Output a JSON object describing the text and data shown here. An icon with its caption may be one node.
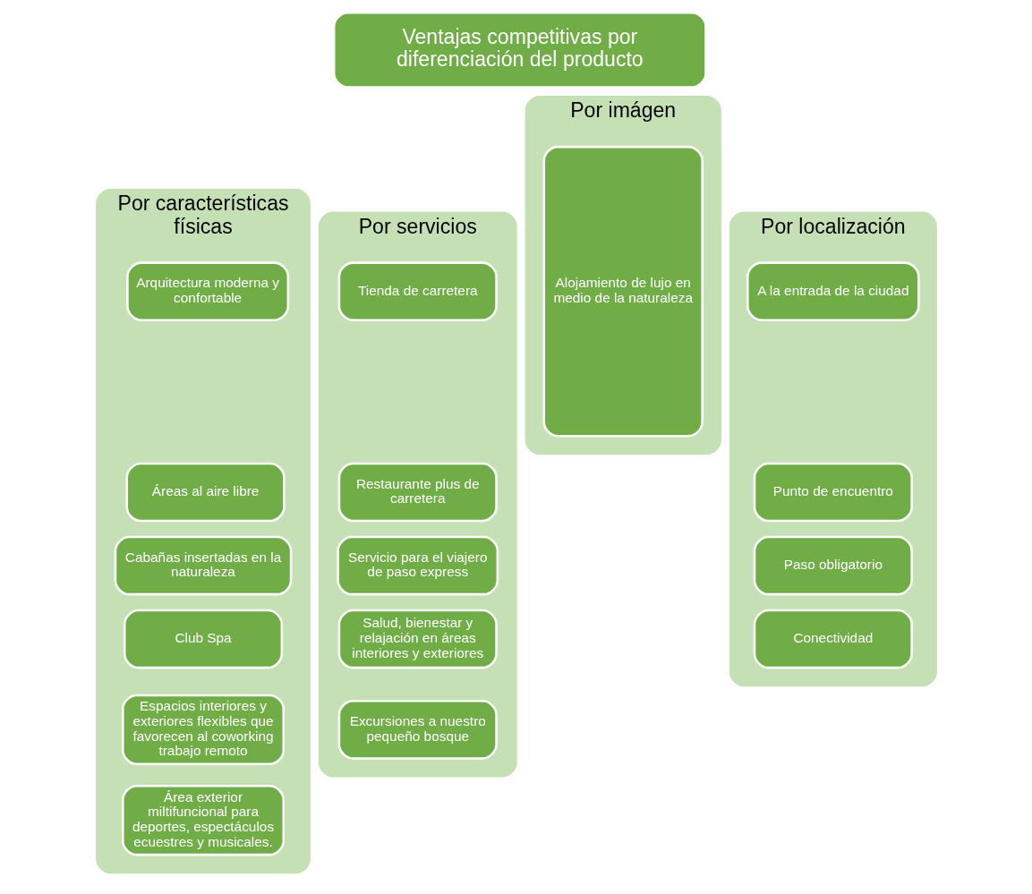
{
  "diagram": {
    "nodes": [
      {
        "text": [
          "Ventajas competitivas por diferenciación del producto"
        ]
      },
      {
        "text": [
          "Por características físicas"
        ]
      },
      {
        "text": [
          "Arquitectura moderna y confortable"
        ],
        "in": 1
      },
      {
        "text": [
          "Áreas al aire libre"
        ],
        "in": 1
      },
      {
        "text": [
          "Cabañas insertadas en la naturaleza"
        ],
        "in": 1
      },
      {
        "text": [
          "Club Spa"
        ],
        "in": 1
      },
      {
        "text": [
          "Espacios interiores y exteriores flexibles que favorecen al coworking trabajo remoto"
        ],
        "in": 1
      },
      {
        "text": [
          "Área exterior miltifuncional para deportes, espectáculos ecuestres y musicales."
        ],
        "in": 1
      },
      {
        "text": [
          "Por servicios"
        ]
      },
      {
        "text": [
          "Tienda de carretera"
        ],
        "in": 8
      },
      {
        "text": [
          "Restaurante plus de carretera"
        ],
        "in": 8
      },
      {
        "text": [
          "Servicio para el viajero de paso express"
        ],
        "in": 8
      },
      {
        "text": [
          "Salud, bienestar y relajación en áreas interiores y exteriores"
        ],
        "in": 8
      },
      {
        "text": [
          "Excursiones a nuestro pequeño bosque"
        ],
        "in": 8
      },
      {
        "text": [
          "Por imágen"
        ]
      },
      {
        "text": [
          "Alojamiento de lujo en medio de la naturaleza"
        ],
        "in": 14
      },
      {
        "text": [
          "Por localización"
        ]
      },
      {
        "text": [
          "A la entrada de la ciudad"
        ],
        "in": 16
      },
      {
        "text": [
          "Punto de encuentro"
        ],
        "in": 16
      },
      {
        "text": [
          "Paso obligatorio"
        ],
        "in": 16
      },
      {
        "text": [
          "Conectividad"
        ],
        "in": 16
      }
    ],
    "edges": []
  }
}
